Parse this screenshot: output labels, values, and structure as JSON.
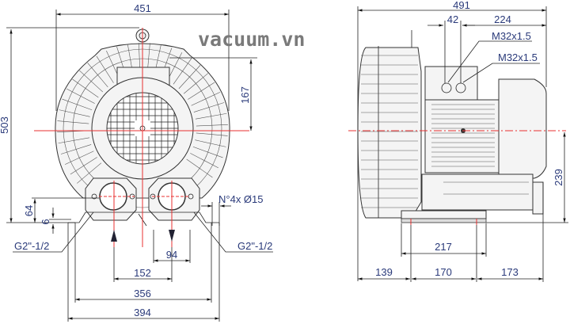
{
  "logo": "vacuum.vn",
  "front_view": {
    "width_overall": "451",
    "height_overall": "503",
    "center_to_top": "167",
    "port_height": "64",
    "foot_thickness": "6",
    "mounting_holes": "N°4x Ø15",
    "port_left": "G2\"-1/2",
    "port_right": "G2\"-1/2",
    "port_offset": "94",
    "port_spacing": "152",
    "hole_spacing": "356",
    "foot_width": "394"
  },
  "side_view": {
    "length_overall": "491",
    "gland_spacing": "42",
    "gland_to_end": "224",
    "gland_1": "M32x1.5",
    "gland_2": "M32x1.5",
    "center_height": "239",
    "base_length": "217",
    "front_offset": "139",
    "hole_spacing": "170",
    "rear_offset": "173"
  },
  "colors": {
    "dimension_text": "#2a3a7a",
    "centerline": "#e83030",
    "logo": "#7a7a7a"
  }
}
